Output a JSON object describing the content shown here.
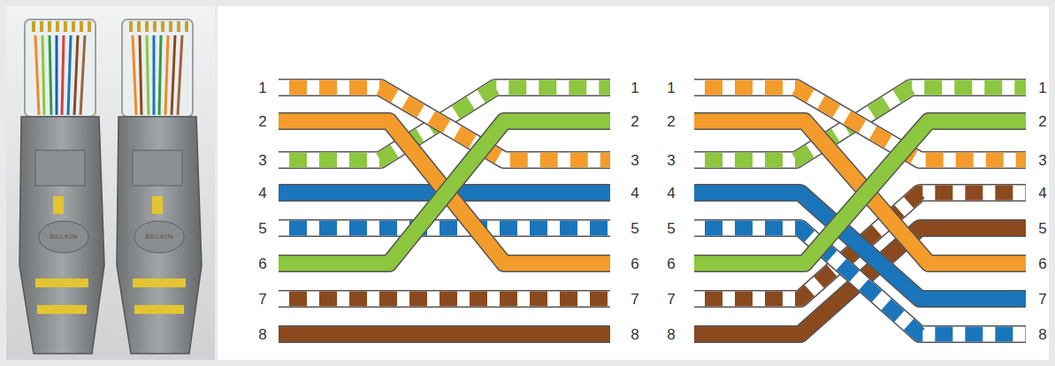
{
  "diagram": {
    "labels": [
      "BELKIN",
      "BELKIN",
      "1",
      "1",
      "1",
      "1",
      "2",
      "2",
      "2",
      "2",
      "3",
      "3",
      "3",
      "3",
      "4",
      "4",
      "4",
      "4",
      "5",
      "5",
      "5",
      "5",
      "6",
      "6",
      "6",
      "6",
      "7",
      "7",
      "7",
      "7",
      "8",
      "8",
      "8",
      "8"
    ]
  }
}
